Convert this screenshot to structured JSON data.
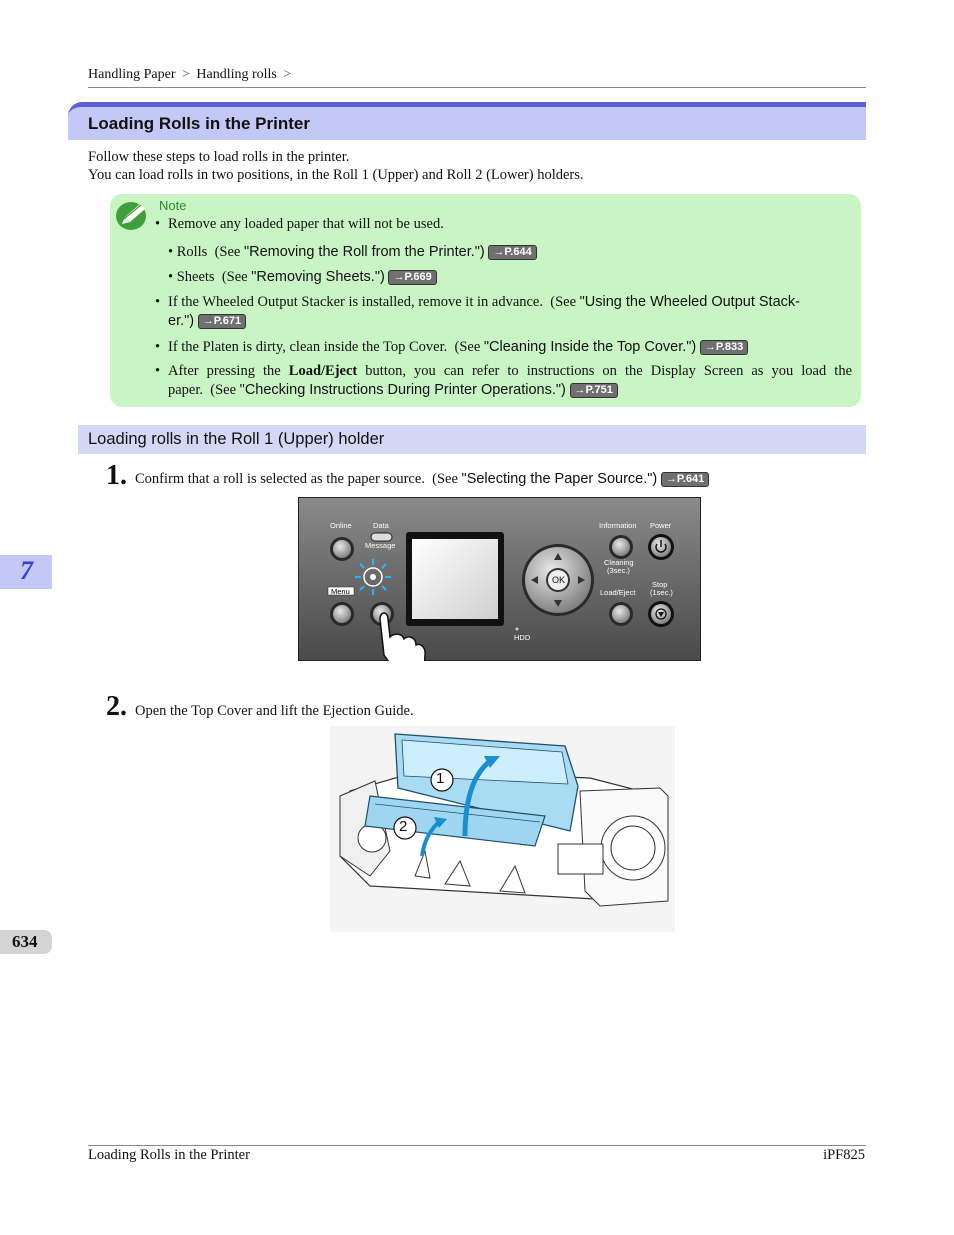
{
  "breadcrumb": {
    "items": [
      "Handling Paper",
      "Handling rolls"
    ],
    "separator": ">"
  },
  "section_title": "Loading Rolls in the Printer",
  "intro": {
    "line1": "Follow these steps to load rolls in the printer.",
    "line2": "You can load rolls in two positions, in the Roll 1 (Upper) and Roll 2 (Lower) holders."
  },
  "note": {
    "label": "Note",
    "bullet1": "Remove any loaded paper that will not be used.",
    "sub1": {
      "lead": "Rolls",
      "see": "(See ",
      "ref": "\"Removing the Roll from the Printer.\")",
      "page": "→P.644"
    },
    "sub2": {
      "lead": "Sheets",
      "see": "(See ",
      "ref": "\"Removing Sheets.\")",
      "page": "→P.669"
    },
    "bullet2": {
      "text": "If the Wheeled Output Stacker is installed, remove it in advance.",
      "see": "(See ",
      "ref_a": "\"Using the Wheeled Output Stack-",
      "ref_b": "er.\")",
      "page": "→P.671"
    },
    "bullet3": {
      "text": "If the Platen is dirty, clean inside the Top Cover.",
      "see": "(See ",
      "ref": "\"Cleaning Inside the Top Cover.\")",
      "page": "→P.833"
    },
    "bullet4": {
      "pre": "After pressing the",
      "bold": "Load/Eject",
      "post": "button, you can refer to instructions on the Display Screen as you load the",
      "line2": "paper.",
      "see": "(See ",
      "ref": "\"Checking Instructions During Printer Operations.\")",
      "page": "→P.751"
    }
  },
  "subsection_title": "Loading rolls in the Roll 1 (Upper) holder",
  "steps": [
    {
      "number": "1.",
      "text": "Confirm that a roll is selected as the paper source.",
      "see": "(See ",
      "ref": "\"Selecting the Paper Source.\")",
      "page": "→P.641"
    },
    {
      "number": "2.",
      "text": "Open the Top Cover and lift the Ejection Guide."
    }
  ],
  "panel_labels": {
    "online": "Online",
    "data": "Data",
    "message": "Message",
    "menu": "Menu",
    "information": "Information",
    "power": "Power",
    "cleaning": "Cleaning",
    "cleaning_sub": "(3sec.)",
    "load_eject": "Load/Eject",
    "stop": "Stop",
    "stop_sub": "(1sec.)",
    "ok": "OK",
    "hdd": "HDD"
  },
  "figure_callouts": [
    "1",
    "2"
  ],
  "chapter_tab": "7",
  "page_number": "634",
  "footer": {
    "left": "Loading Rolls in the Printer",
    "right": "iPF825"
  },
  "colors": {
    "section_band": "#c4c8f6",
    "section_band_border": "#5b60d8",
    "note_bg": "#c9f5c5",
    "subsection_band": "#d5d7f6",
    "chapter_text": "#3b3fd0"
  }
}
